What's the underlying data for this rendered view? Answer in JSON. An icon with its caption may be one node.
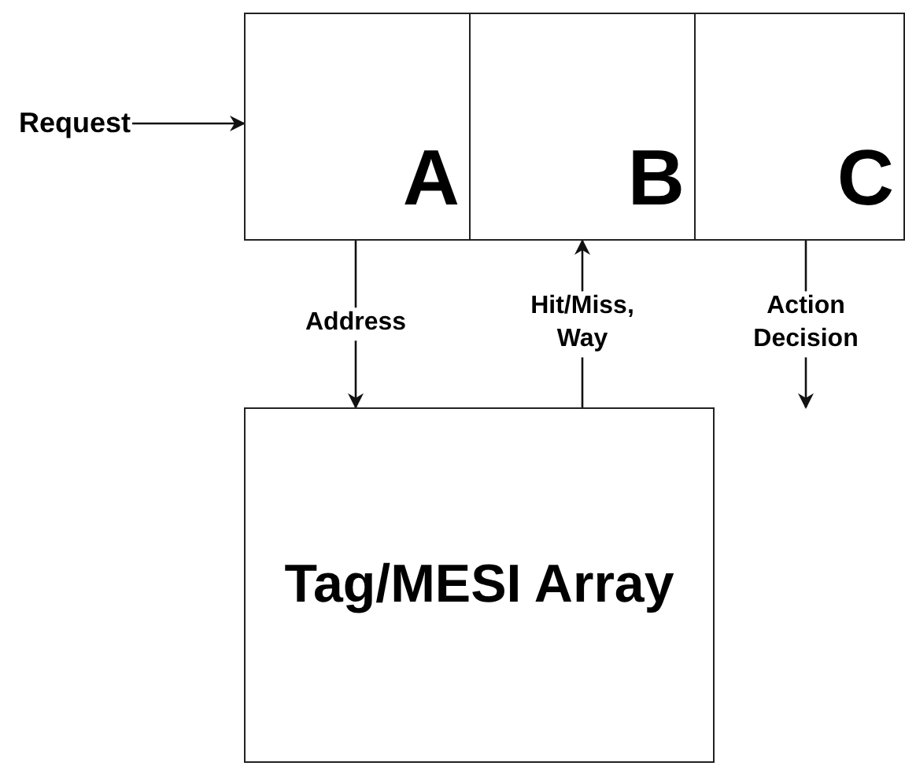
{
  "diagram": {
    "nodes": [
      {
        "text": [
          "Request"
        ]
      },
      {
        "text": [
          "A"
        ]
      },
      {
        "text": [
          "B"
        ]
      },
      {
        "text": [
          "C"
        ]
      },
      {
        "text": [
          "Tag/MESI Array"
        ]
      }
    ],
    "edges": [
      {
        "from": 0,
        "to": 1,
        "arrow": "to"
      },
      {
        "from": 1,
        "to": 4,
        "arrow": "to",
        "label": "Address"
      },
      {
        "from": 4,
        "to": 2,
        "arrow": "to",
        "label": "Hit/Miss, Way"
      },
      {
        "from": 3,
        "to": null,
        "arrow": "to",
        "label": "Action Decision"
      }
    ]
  }
}
